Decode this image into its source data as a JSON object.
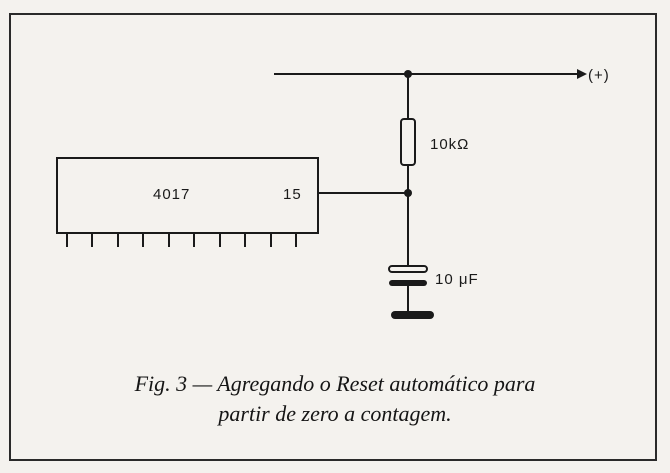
{
  "chip": {
    "part": "4017",
    "pin": "15"
  },
  "supply_label": "(+)",
  "resistor_label": "10kΩ",
  "capacitor_label": "10 μF",
  "caption": {
    "line1": "Fig. 3 — Agregando o Reset automático para",
    "line2": "partir de zero a contagem."
  },
  "colors": {
    "ink": "#1a1a1a",
    "paper": "#f4f2ee"
  }
}
